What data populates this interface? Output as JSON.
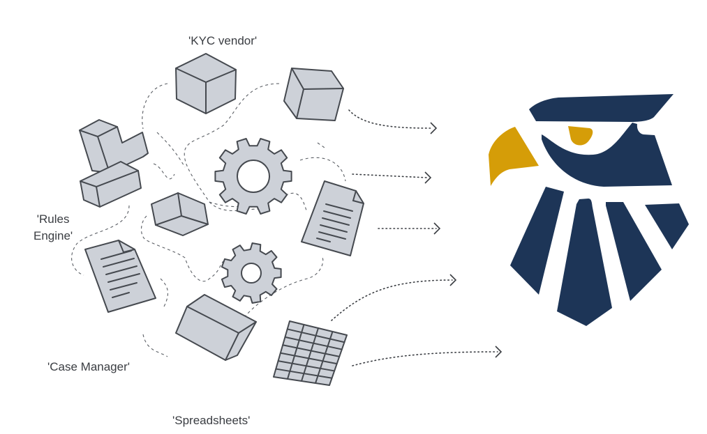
{
  "labels": {
    "kyc_vendor": "'KYC vendor'",
    "rules_engine_line1": "'Rules",
    "rules_engine_line2": "Engine'",
    "case_manager": "'Case Manager'",
    "spreadsheets": "'Spreadsheets'"
  },
  "colors": {
    "logo_navy": "#1d3557",
    "logo_gold": "#d59d08",
    "shape_fill": "#cdd1d8",
    "shape_stroke": "#45494f"
  },
  "icons": [
    "cube-icon",
    "gear-icon",
    "document-icon",
    "spreadsheet-icon",
    "eagle-logo"
  ]
}
